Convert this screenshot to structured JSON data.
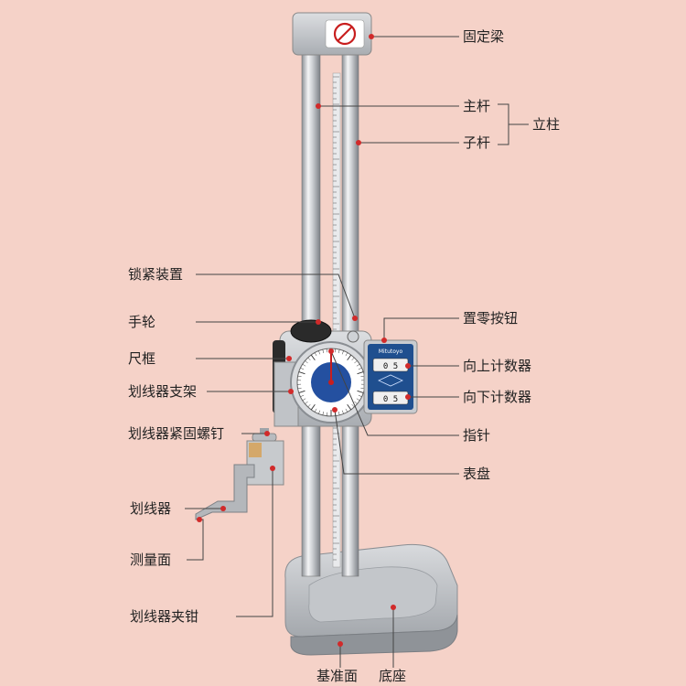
{
  "labels": {
    "fixed_beam": "固定梁",
    "main_rod": "主杆",
    "sub_rod": "子杆",
    "column": "立柱",
    "lock_device": "锁紧装置",
    "handwheel": "手轮",
    "ruler_frame": "尺框",
    "scriber_bracket": "划线器支架",
    "scriber_screw": "划线器紧固螺钉",
    "scriber": "划线器",
    "measuring_face": "测量面",
    "scriber_clamp": "划线器夹钳",
    "zero_button": "置零按钮",
    "up_counter": "向上计数器",
    "down_counter": "向下计数器",
    "pointer": "指针",
    "dial": "表盘",
    "reference_face": "基准面",
    "base": "底座"
  },
  "instrument": {
    "brand": "Mitutoyo",
    "up_counter_digits": "0 5",
    "down_counter_digits": "0 5"
  },
  "colors": {
    "background": "#f5d2c8",
    "marker": "#d12a2a",
    "counter_panel": "#1f4f8f",
    "steel": "#b9bcc0"
  }
}
